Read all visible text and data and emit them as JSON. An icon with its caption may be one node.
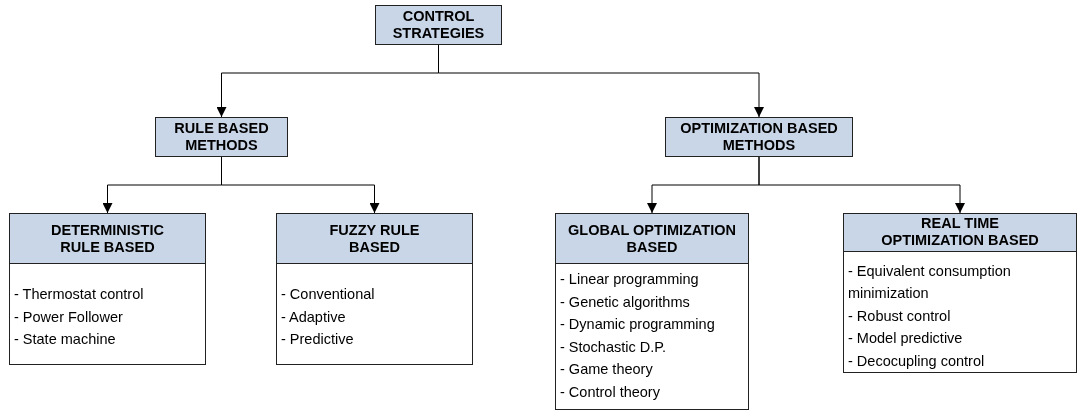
{
  "diagram": {
    "nodes": [
      {
        "text": [
          "CONTROL STRATEGIES"
        ]
      },
      {
        "text": [
          "RULE BASED METHODS"
        ]
      },
      {
        "text": [
          "OPTIMIZATION BASED METHODS"
        ]
      },
      {
        "text": [
          "DETERMINISTIC RULE BASED",
          "- Thermostat control",
          "- Power Follower",
          "- State machine"
        ]
      },
      {
        "text": [
          "FUZZY RULE BASED",
          "- Conventional",
          "- Adaptive",
          "- Predictive"
        ]
      },
      {
        "text": [
          "GLOBAL OPTIMIZATION BASED",
          "- Linear programming",
          "- Genetic algorithms",
          "- Dynamic programming",
          "- Stochastic D.P.",
          "- Game theory",
          "- Control theory"
        ]
      },
      {
        "text": [
          "REAL TIME OPTIMIZATION BASED",
          "- Equivalent consumption minimization",
          "- Robust control",
          "- Model predictive",
          "- Decocupling control"
        ]
      }
    ],
    "edges": [
      {
        "from": 0,
        "to": 1,
        "arrow": "to"
      },
      {
        "from": 0,
        "to": 2,
        "arrow": "to"
      },
      {
        "from": 1,
        "to": 3,
        "arrow": "to"
      },
      {
        "from": 1,
        "to": 4,
        "arrow": "to"
      },
      {
        "from": 2,
        "to": 5,
        "arrow": "to"
      },
      {
        "from": 2,
        "to": 6,
        "arrow": "to"
      }
    ]
  }
}
